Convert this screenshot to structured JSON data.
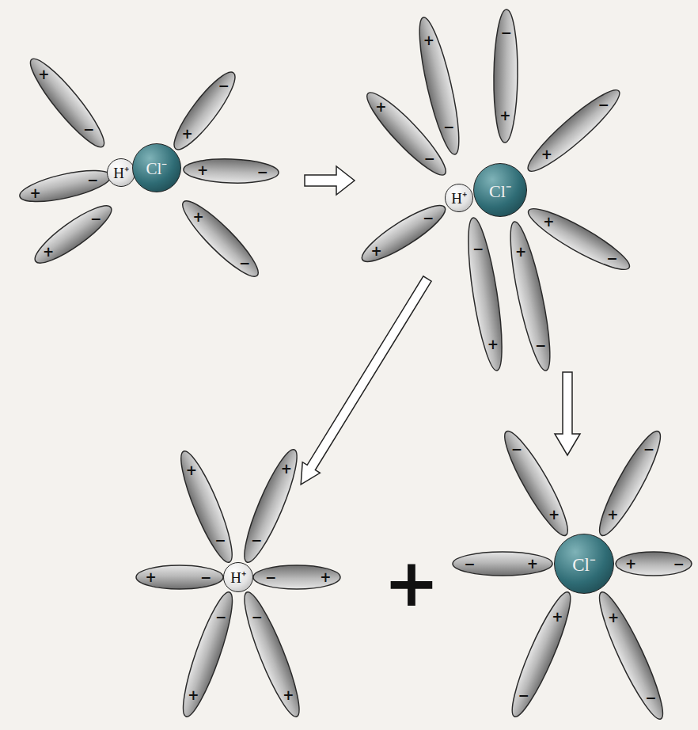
{
  "diagram": {
    "nodes": [
      {
        "text": [
          "H⁺"
        ]
      },
      {
        "text": [
          "Cl⁻"
        ]
      },
      {
        "text": [
          "H⁺"
        ]
      },
      {
        "text": [
          "Cl⁻"
        ]
      },
      {
        "text": [
          "H⁺"
        ]
      },
      {
        "text": [
          "Cl⁻"
        ]
      }
    ],
    "labels": [
      "+",
      "−",
      "+",
      "−",
      "+",
      "−",
      "−",
      "+",
      "−",
      "+",
      "−",
      "+",
      "+",
      "−",
      "−",
      "+",
      "+",
      "−",
      "+",
      "−",
      "−",
      "+",
      "−",
      "+",
      "+",
      "−",
      "−",
      "+",
      "+",
      "−",
      "+",
      "−",
      "+",
      "−",
      "+",
      "−",
      "+",
      "−",
      "+",
      "−",
      "−",
      "+",
      "−",
      "+",
      "−",
      "+",
      "−",
      "+",
      "−",
      "+",
      "−",
      "+",
      "+"
    ]
  }
}
